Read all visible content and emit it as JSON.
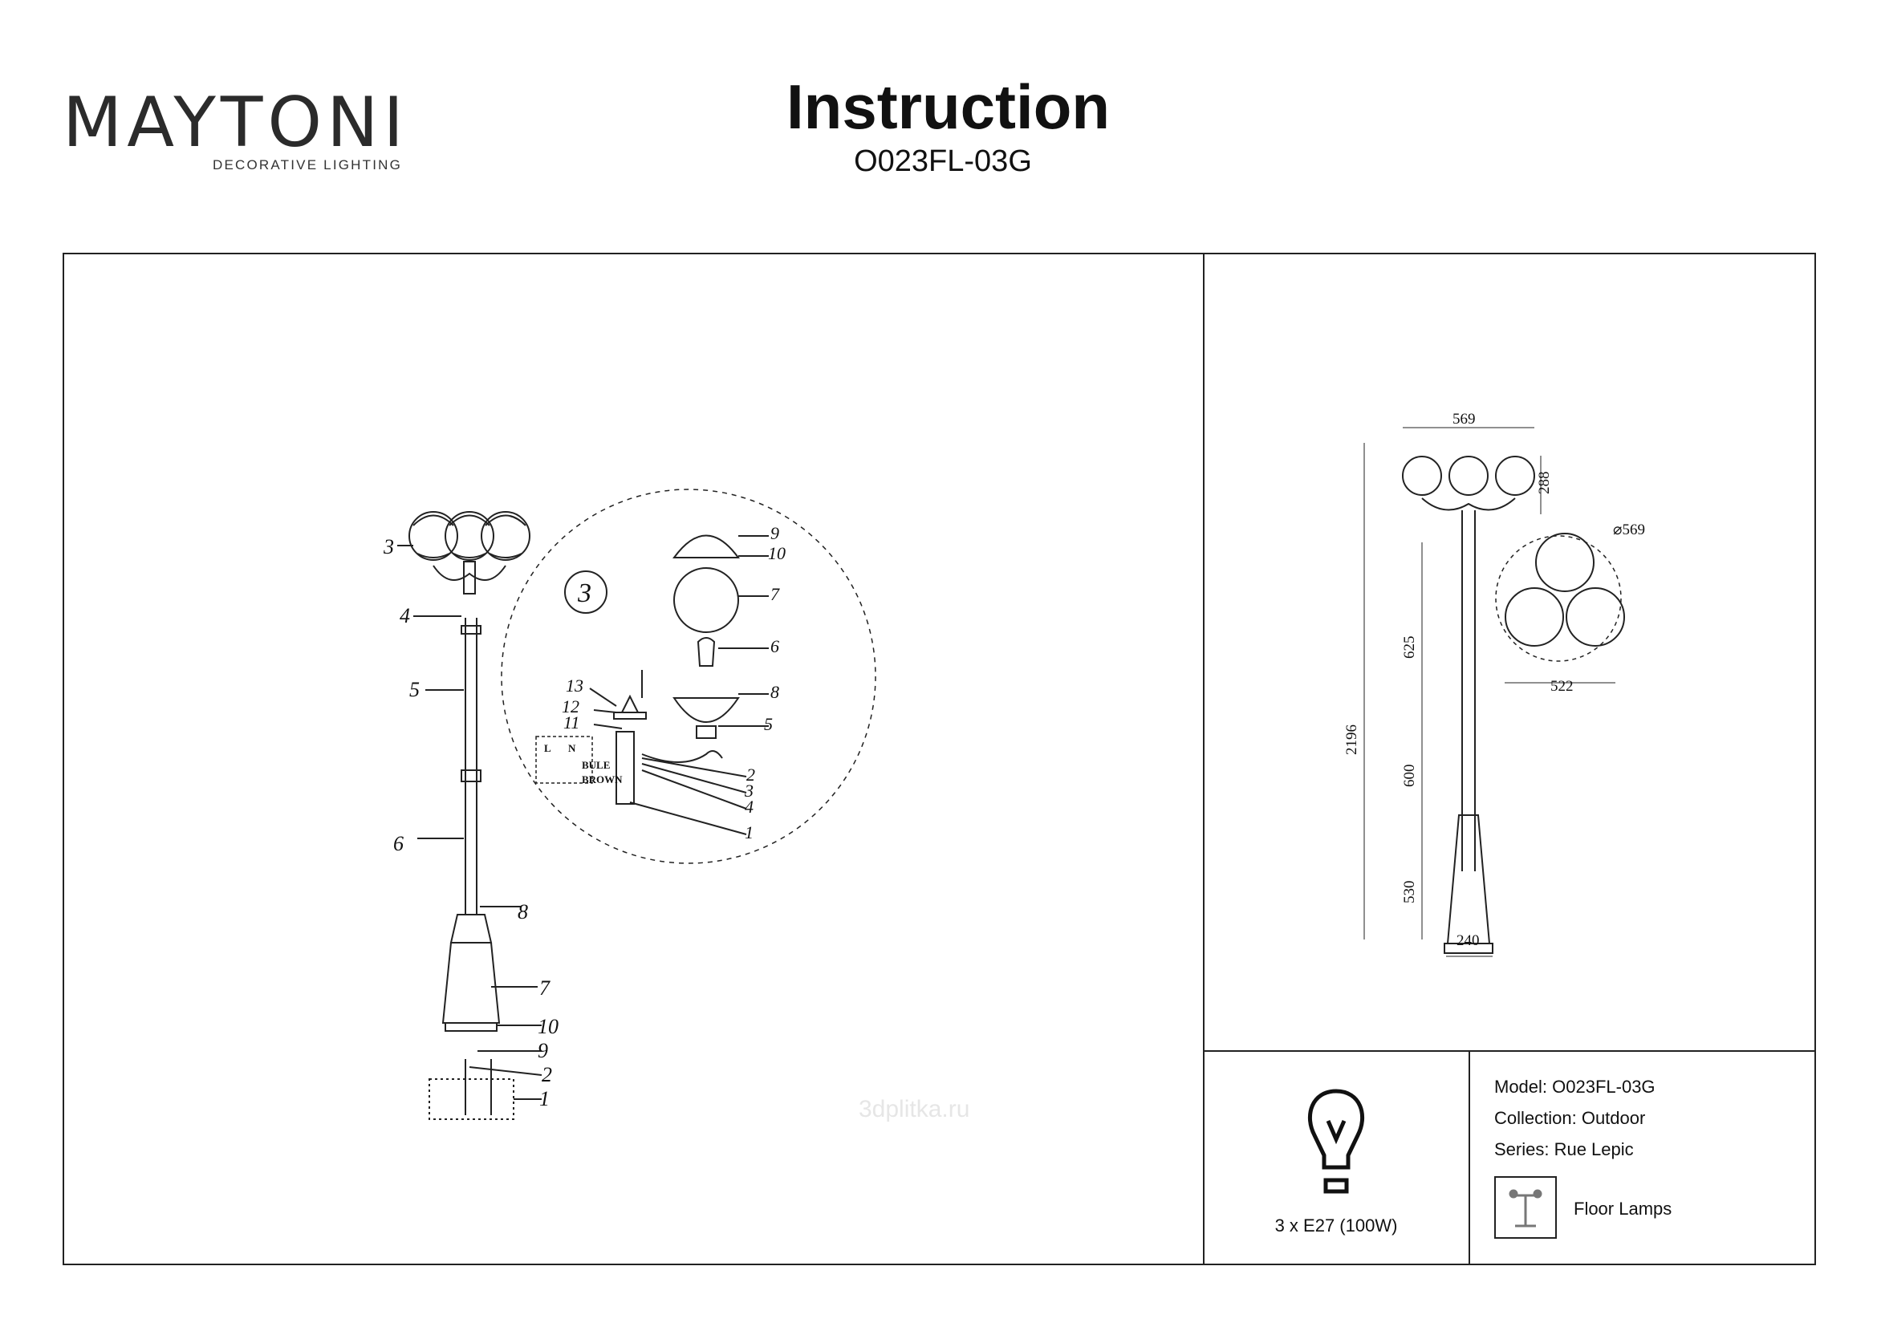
{
  "brand": {
    "name": "MAYTONI",
    "tagline": "DECORATIVE LIGHTING"
  },
  "header": {
    "title": "Instruction",
    "model_code": "O023FL-03G"
  },
  "assembly": {
    "callouts_main": [
      "3",
      "4",
      "5",
      "6",
      "8",
      "7",
      "10",
      "9",
      "2",
      "1"
    ],
    "detail_number": "3",
    "callouts_detail": [
      "9",
      "10",
      "7",
      "6",
      "8",
      "5",
      "13",
      "12",
      "11",
      "2",
      "3",
      "4",
      "1"
    ],
    "wiring": {
      "live": "L",
      "neutral": "N",
      "wire_blue": "BULE",
      "wire_brown": "BROWN"
    }
  },
  "dimensions": {
    "head_width": "569",
    "head_height": "288",
    "diameter": "⌀569",
    "plan_width": "522",
    "total_height": "2196",
    "upper_pole": "625",
    "middle_pole": "600",
    "base_height": "530",
    "base_width": "240"
  },
  "lamp": {
    "spec": "3 x E27 (100W)",
    "icon": "bulb-icon"
  },
  "info": {
    "model": "Model: O023FL-03G",
    "collection": "Collection: Outdoor",
    "series": "Series: Rue Lepic",
    "category": "Floor Lamps",
    "category_icon": "floor-lamp-icon"
  },
  "watermark": "3dplitka.ru"
}
